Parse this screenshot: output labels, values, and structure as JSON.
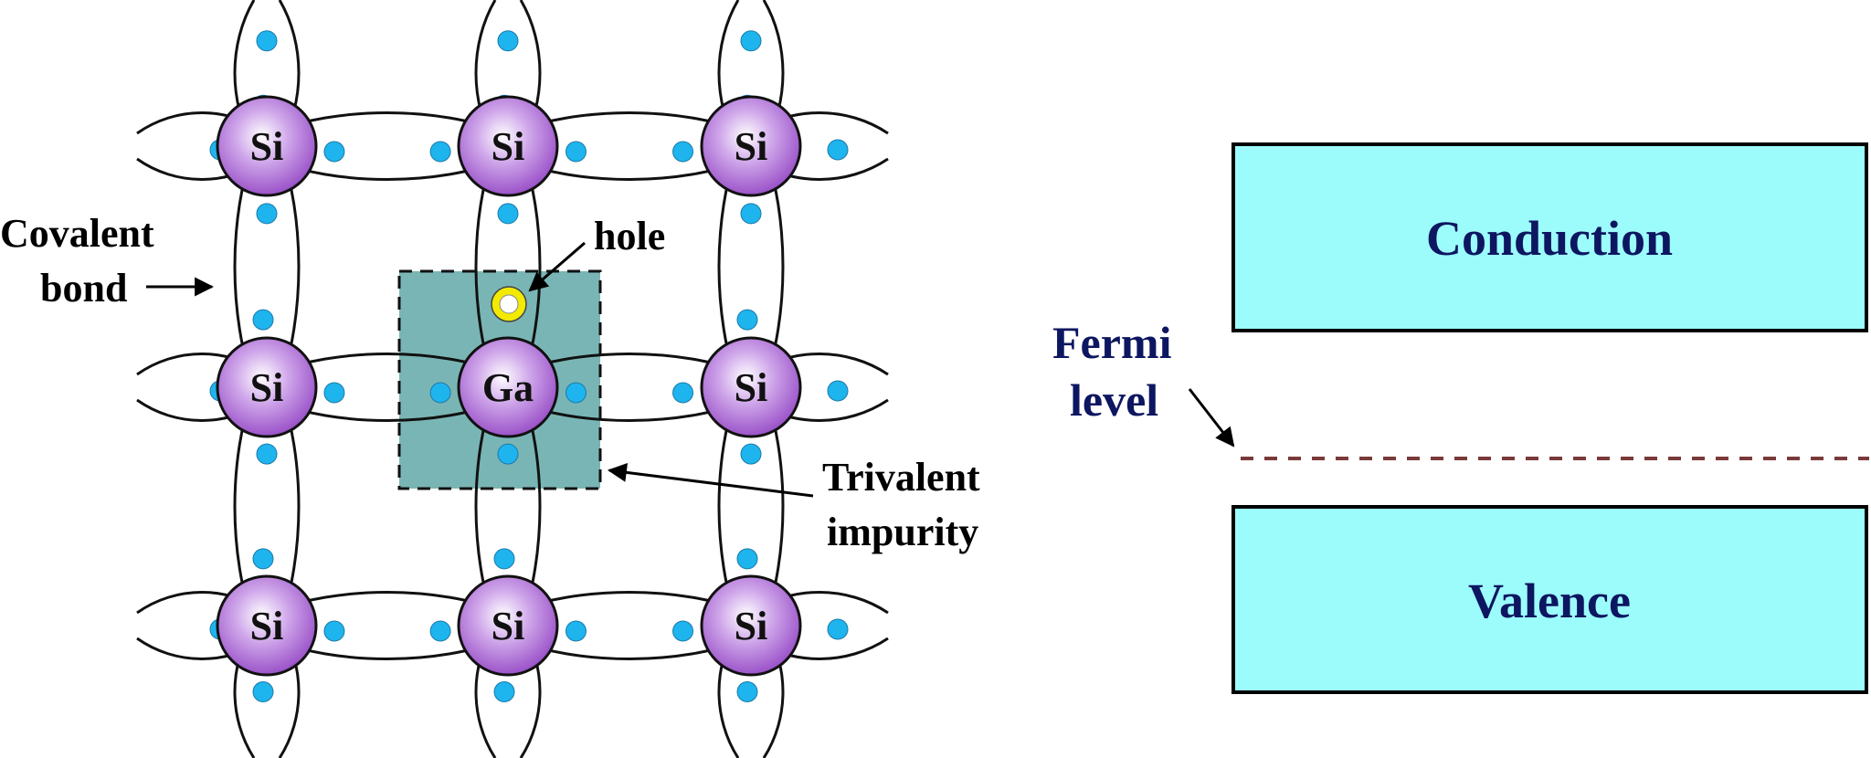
{
  "lattice": {
    "rows": [
      [
        "Si",
        "Si",
        "Si"
      ],
      [
        "Si",
        "Ga",
        "Si"
      ],
      [
        "Si",
        "Si",
        "Si"
      ]
    ]
  },
  "annotations": {
    "covalent_bond_line1": "Covalent",
    "covalent_bond_line2": "bond",
    "hole": "hole",
    "trivalent_line1": "Trivalent",
    "trivalent_line2": "impurity"
  },
  "band_diagram": {
    "conduction": "Conduction",
    "valence": "Valence",
    "fermi_line1": "Fermi",
    "fermi_line2": "level"
  },
  "colors": {
    "atom_fill": "#a05ad0",
    "electron": "#1eb4ee",
    "band_fill": "#9cfbfb",
    "impurity_box": "#7ab5b5",
    "hole_ring": "#f2ea00",
    "fermi_line": "#7a3a3a",
    "band_text": "#0d1660"
  }
}
